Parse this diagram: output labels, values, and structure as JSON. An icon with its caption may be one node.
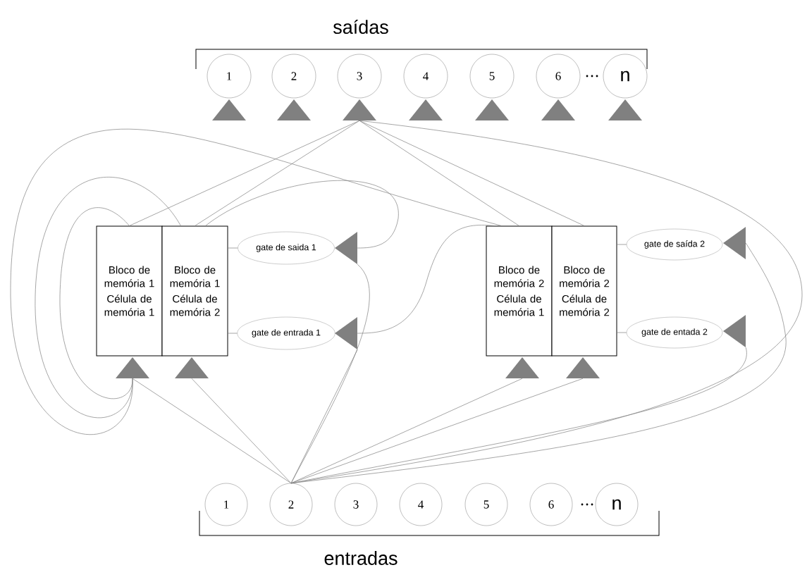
{
  "diagram": {
    "nodes": [
      {
        "text": [
          "1"
        ]
      },
      {
        "text": [
          "2"
        ]
      },
      {
        "text": [
          "3"
        ]
      },
      {
        "text": [
          "4"
        ]
      },
      {
        "text": [
          "5"
        ]
      },
      {
        "text": [
          "6"
        ]
      },
      {
        "text": [
          "n"
        ]
      },
      {
        "text": [],
        "shape": "triangle"
      },
      {
        "text": [],
        "shape": "triangle"
      },
      {
        "text": [],
        "shape": "triangle"
      },
      {
        "text": [],
        "shape": "triangle"
      },
      {
        "text": [],
        "shape": "triangle"
      },
      {
        "text": [],
        "shape": "triangle"
      },
      {
        "text": [],
        "shape": "triangle"
      },
      {
        "text": [
          "Bloco de memória 1",
          "Célula de memória 1"
        ]
      },
      {
        "text": [
          "Bloco de memória 1",
          "Célula de memória 2"
        ]
      },
      {
        "text": [
          "gate de saida 1"
        ]
      },
      {
        "text": [],
        "shape": "triangle"
      },
      {
        "text": [
          "gate de entrada 1"
        ]
      },
      {
        "text": [],
        "shape": "triangle"
      },
      {
        "text": [
          "Bloco de memória 2",
          "Célula de memória 1"
        ]
      },
      {
        "text": [
          "Bloco de memória 2",
          "Célula de memória 2"
        ]
      },
      {
        "text": [
          "gate de saída 2"
        ]
      },
      {
        "text": [],
        "shape": "triangle"
      },
      {
        "text": [
          "gate de entada 2"
        ]
      },
      {
        "text": [],
        "shape": "triangle"
      },
      {
        "text": [],
        "shape": "triangle"
      },
      {
        "text": [],
        "shape": "triangle"
      },
      {
        "text": [],
        "shape": "triangle"
      },
      {
        "text": [],
        "shape": "triangle"
      },
      {
        "text": [
          "1"
        ]
      },
      {
        "text": [
          "2"
        ]
      },
      {
        "text": [
          "3"
        ]
      },
      {
        "text": [
          "4"
        ]
      },
      {
        "text": [
          "5"
        ]
      },
      {
        "text": [
          "6"
        ]
      },
      {
        "text": [
          "n"
        ]
      }
    ],
    "edges": [
      {
        "from": 9,
        "to": 14,
        "arrow": "none"
      },
      {
        "from": 9,
        "to": 15,
        "arrow": "none"
      },
      {
        "from": 9,
        "to": 20,
        "arrow": "none"
      },
      {
        "from": 9,
        "to": 21,
        "arrow": "none"
      },
      {
        "from": 9,
        "to": 31,
        "arrow": "none"
      },
      {
        "from": 14,
        "to": 26,
        "arrow": "none"
      },
      {
        "from": 15,
        "to": 26,
        "arrow": "none"
      },
      {
        "from": 20,
        "to": 26,
        "arrow": "none"
      },
      {
        "from": 15,
        "to": 17,
        "arrow": "none"
      },
      {
        "from": 20,
        "to": 19,
        "arrow": "none"
      },
      {
        "from": 31,
        "to": 26,
        "arrow": "none"
      },
      {
        "from": 31,
        "to": 27,
        "arrow": "none"
      },
      {
        "from": 31,
        "to": 19,
        "arrow": "none"
      },
      {
        "from": 31,
        "to": 17,
        "arrow": "none"
      },
      {
        "from": 31,
        "to": 28,
        "arrow": "none"
      },
      {
        "from": 31,
        "to": 29,
        "arrow": "none"
      },
      {
        "from": 31,
        "to": 25,
        "arrow": "none"
      },
      {
        "from": 31,
        "to": 23,
        "arrow": "none"
      },
      {
        "from": 15,
        "to": 16,
        "arrow": "none"
      },
      {
        "from": 15,
        "to": 18,
        "arrow": "none"
      },
      {
        "from": 21,
        "to": 22,
        "arrow": "none"
      },
      {
        "from": 21,
        "to": 24,
        "arrow": "none"
      }
    ],
    "labels": [
      "saídas",
      "entradas"
    ]
  }
}
